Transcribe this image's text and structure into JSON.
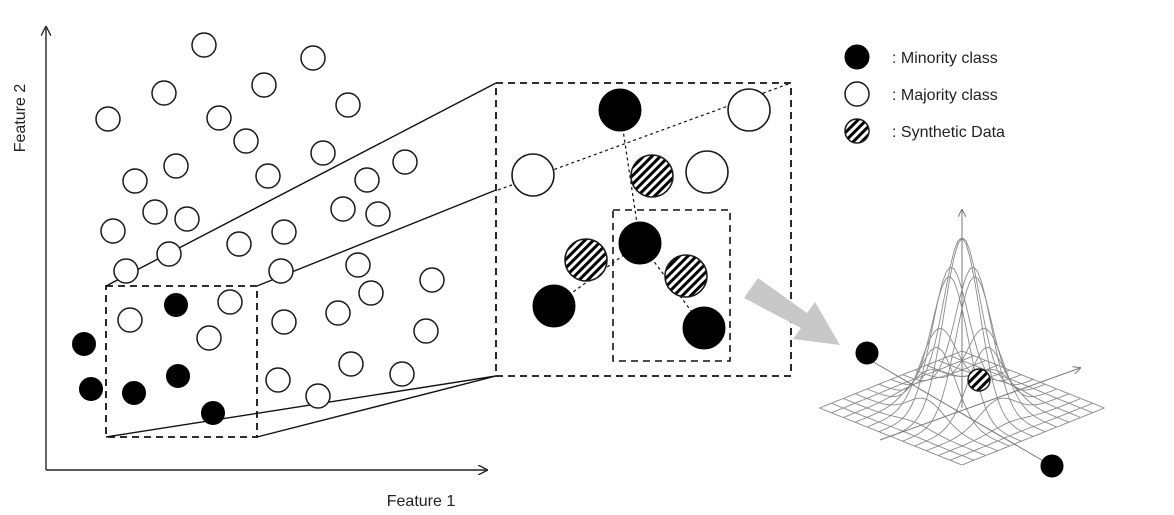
{
  "axes": {
    "x_label": "Feature 1",
    "y_label": "Feature 2"
  },
  "legend": {
    "items": [
      {
        "kind": "minority",
        "label": ": Minority class"
      },
      {
        "kind": "majority",
        "label": ": Majority class"
      },
      {
        "kind": "synthetic",
        "label": ": Synthetic Data"
      }
    ]
  },
  "colors": {
    "minority_fill": "#000000",
    "majority_fill": "#ffffff",
    "stroke": "#1a1a1a",
    "arrow_fill": "#c8c8c8",
    "mesh_stroke": "#8a8a8a"
  },
  "classes": {
    "minority": "Minority class",
    "majority": "Majority class",
    "synthetic": "Synthetic Data"
  }
}
